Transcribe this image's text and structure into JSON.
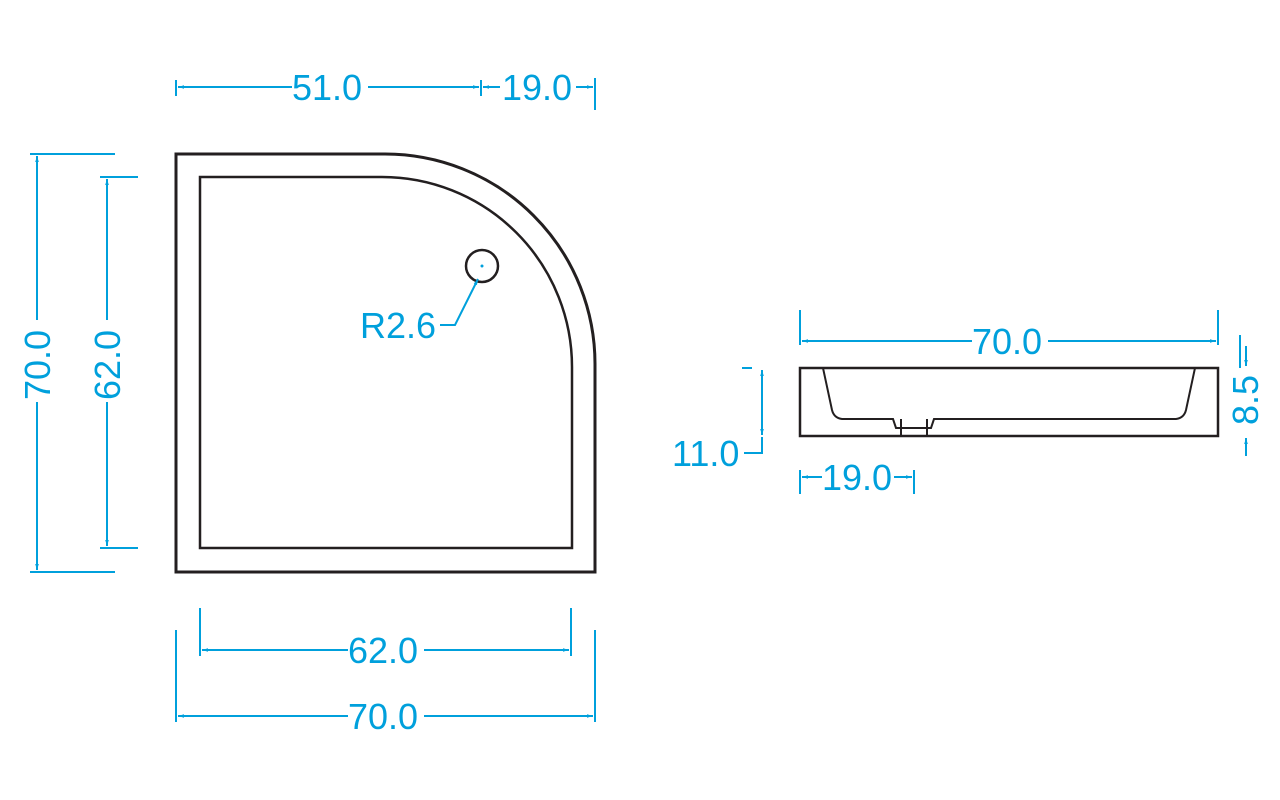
{
  "colors": {
    "object": "#231f20",
    "dimension": "#00a0dc",
    "background": "#ffffff"
  },
  "top_view": {
    "dims": {
      "width_top_left": "51.0",
      "width_top_right": "19.0",
      "height_outer": "70.0",
      "height_inner": "62.0",
      "width_inner": "62.0",
      "width_outer": "70.0",
      "drain_radius": "R2.6"
    }
  },
  "side_view": {
    "dims": {
      "length": "70.0",
      "depth_rim": "11.0",
      "height": "8.5",
      "drain_offset": "19.0"
    }
  }
}
